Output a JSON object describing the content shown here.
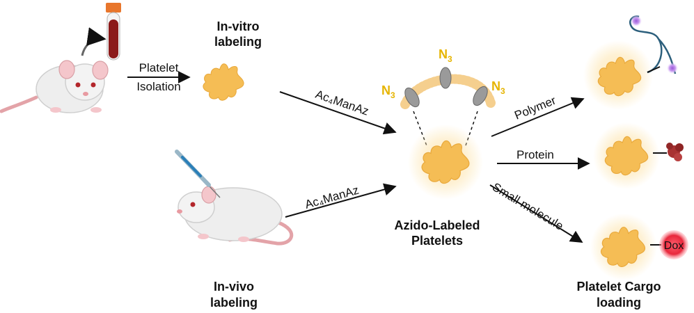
{
  "steps": {
    "invitro_line1": "In-vitro",
    "invitro_line2": "labeling",
    "invivo_line1": "In-vivo",
    "invivo_line2": "labeling",
    "azido_line1": "Azido-Labeled",
    "azido_line2": "Platelets",
    "cargo_line1": "Platelet Cargo",
    "cargo_line2": "loading"
  },
  "arrows": {
    "isolation_line1": "Platelet",
    "isolation_line2": "Isolation",
    "reagent_top": "Ac₄ManAz",
    "reagent_bottom": "Ac₄ManAz",
    "polymer": "Polymer",
    "protein": "Protein",
    "small_molecule": "Small molecule"
  },
  "membrane": {
    "azide_left": "N",
    "azide_top": "N",
    "azide_right": "N",
    "azide_subscript": "3"
  },
  "cargo": {
    "drug": "Dox"
  },
  "colors": {
    "platelet_fill": "#f5bd55",
    "platelet_glow": "#fde6b2",
    "azide_text": "#e6b400",
    "arrow": "#111111",
    "blood": "#8b1a1a",
    "tube_cap": "#e8762c",
    "mouse_body": "#eeeeee",
    "mouse_tail": "#e3a3a8",
    "polymer_line": "#2c5f7c",
    "polymer_end": "#b57be0",
    "protein": "#a83232",
    "dox": "#e8283c"
  }
}
